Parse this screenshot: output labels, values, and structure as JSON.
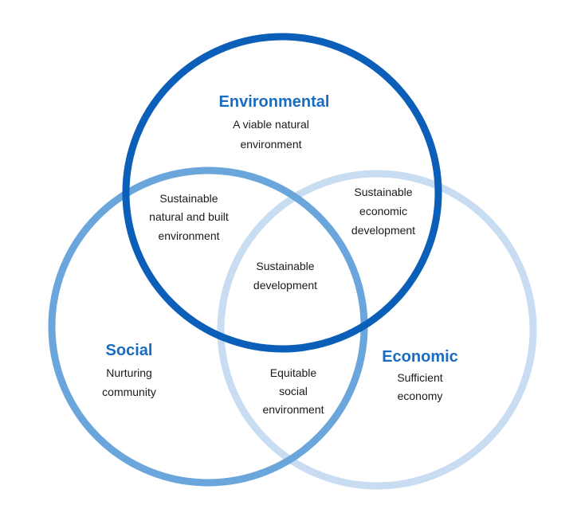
{
  "colors": {
    "environmental": "#0b5fb8",
    "social": "#6aa6dc",
    "economic": "#c8dcf2",
    "title_text": "#1a6cc0",
    "body_text": "#1a1a1a"
  },
  "environmental": {
    "title": "Environmental",
    "line1": "A viable natural",
    "line2": "environment"
  },
  "social": {
    "title": "Social",
    "line1": "Nurturing",
    "line2": "community"
  },
  "economic": {
    "title": "Economic",
    "line1": "Sufficient",
    "line2": "economy"
  },
  "overlaps": {
    "env_soc": {
      "line1": "Sustainable",
      "line2": "natural and built",
      "line3": "environment"
    },
    "env_eco": {
      "line1": "Sustainable",
      "line2": "economic",
      "line3": "development"
    },
    "soc_eco": {
      "line1": "Equitable",
      "line2": "social",
      "line3": "environment"
    },
    "center": {
      "line1": "Sustainable",
      "line2": "development"
    }
  }
}
